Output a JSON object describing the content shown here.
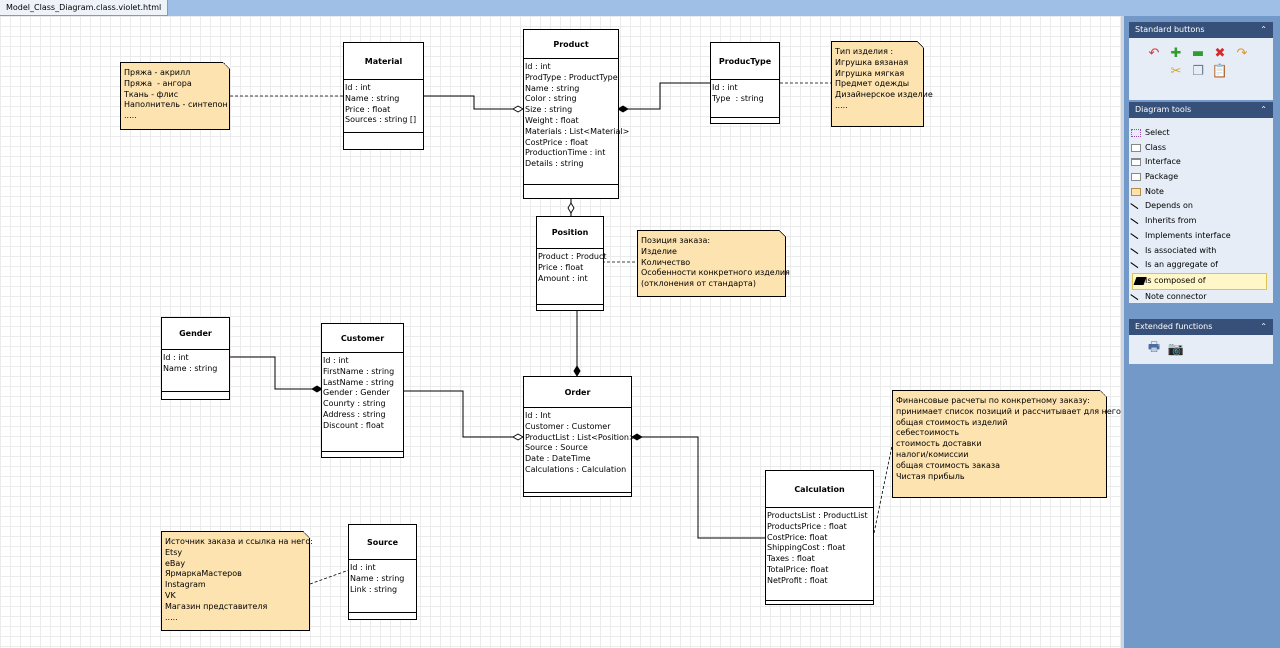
{
  "tab": {
    "title": "Model_Class_Diagram.class.violet.html"
  },
  "diagram": {
    "classes": [
      {
        "id": "material",
        "name": "Material",
        "attrs": [
          "Id : int",
          "Name : string",
          "Price : float",
          "Sources : string []"
        ]
      },
      {
        "id": "product",
        "name": "Product",
        "attrs": [
          "Id : int",
          "ProdType : ProductType",
          "Name : string",
          "Color : string",
          "Size : string",
          "Weight : float",
          "Materials : List<Material>",
          "CostPrice : float",
          "ProductionTime : int",
          "Details : string"
        ]
      },
      {
        "id": "productype",
        "name": "ProducType",
        "attrs": [
          "Id : int",
          "Type  : string"
        ]
      },
      {
        "id": "position",
        "name": "Position",
        "attrs": [
          "Product : Product",
          "Price : float",
          "Amount : int"
        ]
      },
      {
        "id": "gender",
        "name": "Gender",
        "attrs": [
          "Id : int",
          "Name : string"
        ]
      },
      {
        "id": "customer",
        "name": "Customer",
        "attrs": [
          "Id : int",
          "FirstName : string",
          "LastName : string",
          "Gender : Gender",
          "Counrty : string",
          "Address : string",
          "Discount : float"
        ]
      },
      {
        "id": "order",
        "name": "Order",
        "attrs": [
          "Id : Int",
          "Customer : Customer",
          "ProductList : List<Position>",
          "Source : Source",
          "Date : DateTime",
          "Calculations : Calculation"
        ]
      },
      {
        "id": "calculation",
        "name": "Calculation",
        "attrs": [
          "ProductsList : ProductList",
          "ProductsPrice : float",
          "CostPrice: float",
          "ShippingCost : float",
          "Taxes : float",
          "TotalPrice: float",
          "NetProfit : float"
        ]
      },
      {
        "id": "source",
        "name": "Source",
        "attrs": [
          "Id : int",
          "Name : string",
          "Link : string"
        ]
      }
    ],
    "notes": [
      {
        "id": "note-material",
        "lines": [
          "Пряжа - акрилл",
          "Пряжа  - ангора",
          "Ткань - флис",
          "Наполнитель - синтепон",
          "....."
        ]
      },
      {
        "id": "note-producttype",
        "lines": [
          "Тип изделия :",
          "Игрушка вязаная",
          "Игрушка мягкая",
          "Предмет одежды",
          "Дизайнерское изделие",
          "....."
        ]
      },
      {
        "id": "note-position",
        "lines": [
          "Позиция заказа:",
          "Изделие",
          "Количество",
          "Особенности конкретного изделия",
          "(отклонения от стандарта)"
        ]
      },
      {
        "id": "note-calculation",
        "lines": [
          "Финансовые расчеты по конкретному заказу:",
          "принимает список позиций и рассчитывает для него:",
          "общая стоимость изделий",
          "себестоимость",
          "стоимость доставки",
          "налоги/комиссии",
          "общая стоимость заказа",
          "Чистая прибыль"
        ]
      },
      {
        "id": "note-source",
        "lines": [
          "Источник заказа и ссылка на него:",
          "Etsy",
          "eBay",
          "ЯрмаркаМастеров",
          "Instagram",
          "VK",
          "Магазин представителя",
          "....."
        ]
      }
    ]
  },
  "panel": {
    "standard": {
      "title": "Standard buttons",
      "buttons": [
        {
          "name": "undo-icon",
          "glyph": "↶",
          "color": "#d23b3b"
        },
        {
          "name": "add-icon",
          "glyph": "✚",
          "color": "#2f9e2f"
        },
        {
          "name": "minus-icon",
          "glyph": "▬",
          "color": "#2f9e2f"
        },
        {
          "name": "delete-icon",
          "glyph": "✖",
          "color": "#d42a2a"
        },
        {
          "name": "redo-icon",
          "glyph": "↷",
          "color": "#e0962a"
        },
        {
          "name": "cut-icon",
          "glyph": "✂",
          "color": "#d8a020"
        },
        {
          "name": "copy-icon",
          "glyph": "❐",
          "color": "#6d7d8f"
        },
        {
          "name": "paste-icon",
          "glyph": "📋",
          "color": "#c9a84a"
        }
      ]
    },
    "tools": {
      "title": "Diagram tools",
      "items": [
        "Select",
        "Class",
        "Interface",
        "Package",
        "Note",
        "Depends on",
        "Inherits from",
        "Implements interface",
        "Is associated with",
        "Is an aggregate of",
        "Is composed of",
        "Note connector"
      ],
      "selected": "Is composed of"
    },
    "extended": {
      "title": "Extended functions",
      "buttons": [
        {
          "name": "print-icon",
          "glyph": "🖶",
          "color": "#4a6e9e"
        },
        {
          "name": "camera-icon",
          "glyph": "📷",
          "color": "#333333"
        }
      ]
    }
  }
}
